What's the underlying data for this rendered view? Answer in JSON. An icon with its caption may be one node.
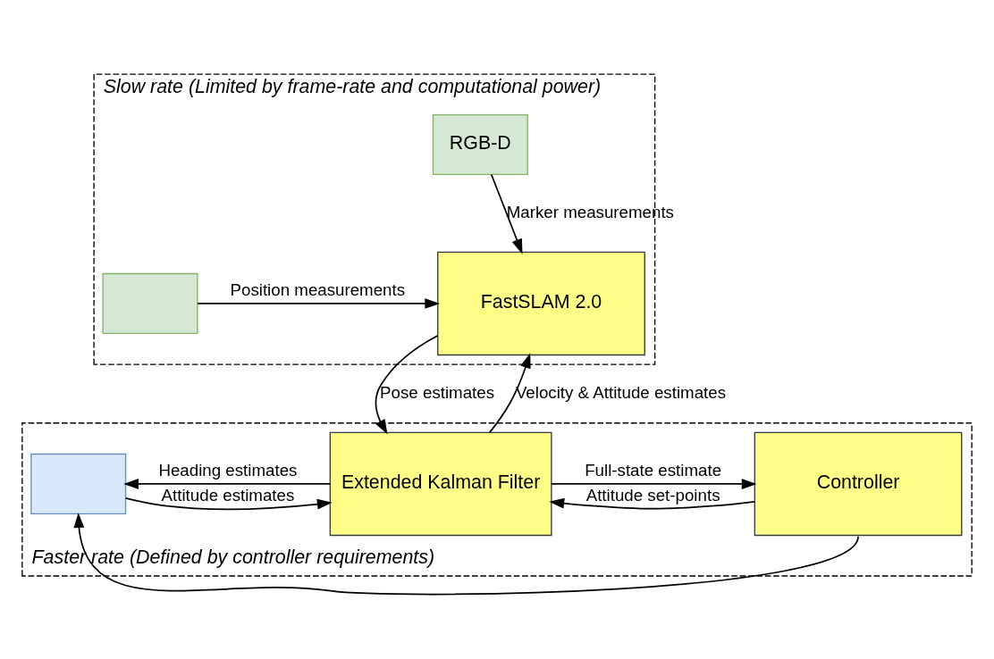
{
  "diagram": {
    "nodes": [
      {
        "text": [
          "Slow rate (Limited by frame-rate and computational power)"
        ]
      },
      {
        "text": [
          "RGB-D"
        ],
        "in": 0
      },
      {
        "text": [],
        "shape": "box",
        "in": 0
      },
      {
        "text": [
          "FastSLAM 2.0"
        ],
        "in": 0
      },
      {
        "text": [
          "Faster rate (Defined by controller requirements)"
        ]
      },
      {
        "text": [],
        "shape": "box",
        "in": 4
      },
      {
        "text": [
          "Extended Kalman Filter"
        ],
        "in": 4
      },
      {
        "text": [
          "Controller"
        ],
        "in": 4
      }
    ],
    "edges": [
      {
        "from": 1,
        "to": 3,
        "arrow": "to",
        "label": "Marker measurements"
      },
      {
        "from": 2,
        "to": 3,
        "arrow": "to",
        "label": "Position measurements"
      },
      {
        "from": 6,
        "to": 3,
        "arrow": "to",
        "label": "Velocity & Attitude estimates"
      },
      {
        "from": 3,
        "to": 6,
        "arrow": "to",
        "label": "Pose estimates"
      },
      {
        "from": 5,
        "to": 6,
        "arrow": "to",
        "label": "Attitude estimates"
      },
      {
        "from": 6,
        "to": 5,
        "arrow": "to",
        "label": "Heading estimates"
      },
      {
        "from": 6,
        "to": 7,
        "arrow": "to",
        "label": "Full-state estimate"
      },
      {
        "from": 7,
        "to": 6,
        "arrow": "to",
        "label": "Attitude set-points"
      },
      {
        "from": 7,
        "to": 5,
        "arrow": "to"
      }
    ]
  }
}
